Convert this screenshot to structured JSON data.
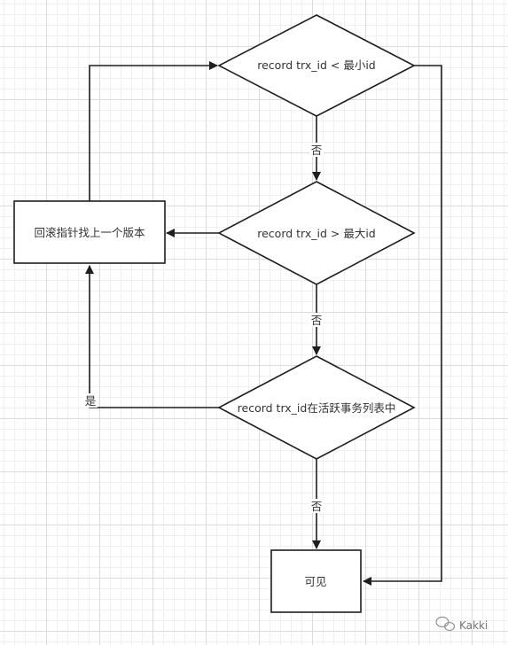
{
  "nodes": {
    "decision_min": "record trx_id < 最小id",
    "decision_max": "record trx_id > 最大id",
    "decision_active": "record trx_id在活跃事务列表中",
    "process_rollback": "回滚指针找上一个版本",
    "result_visible": "可见"
  },
  "edges": {
    "min_to_max": "否",
    "max_to_active": "否",
    "active_to_visible": "否",
    "active_to_rollback": "是"
  },
  "watermark": {
    "text": "Kakki",
    "icon": "wechat-icon"
  }
}
